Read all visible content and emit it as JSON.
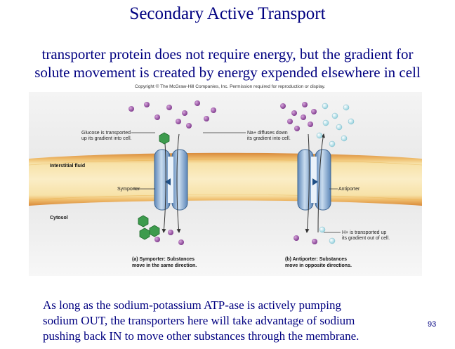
{
  "slide": {
    "title": "Secondary Active Transport",
    "subtitle_line1": "transporter protein does not require energy, but the gradient for",
    "subtitle_line2": "solute movement is created by energy expended elsewhere in cell",
    "footer_line1": "As long as the sodium-potassium ATP-ase is actively pumping",
    "footer_line2": "sodium OUT, the  transporters here will take advantage of sodium",
    "footer_line3": "pushing back IN to move other substances through the membrane.",
    "page_number": "93"
  },
  "figure": {
    "copyright": "Copyright © The McGraw-Hill Companies, Inc. Permission required for reproduction or display.",
    "interstitial_fluid": "Interstitial fluid",
    "cytosol": "Cytosol",
    "glucose_line1": "Glucose is transported",
    "glucose_line2": "up its gradient into cell.",
    "na_line1": "Na+ diffuses down",
    "na_line2": "its gradient into cell.",
    "symporter": "Symporter",
    "antiporter": "Antiporter",
    "h_line1": "H+ is transported up",
    "h_line2": "its gradient out of cell.",
    "caption_a_line1": "(a) Symporter: Substances",
    "caption_a_line2": "move in the same direction.",
    "caption_b_line1": "(b) Antiporter: Substances",
    "caption_b_line2": "move in opposite directions."
  }
}
